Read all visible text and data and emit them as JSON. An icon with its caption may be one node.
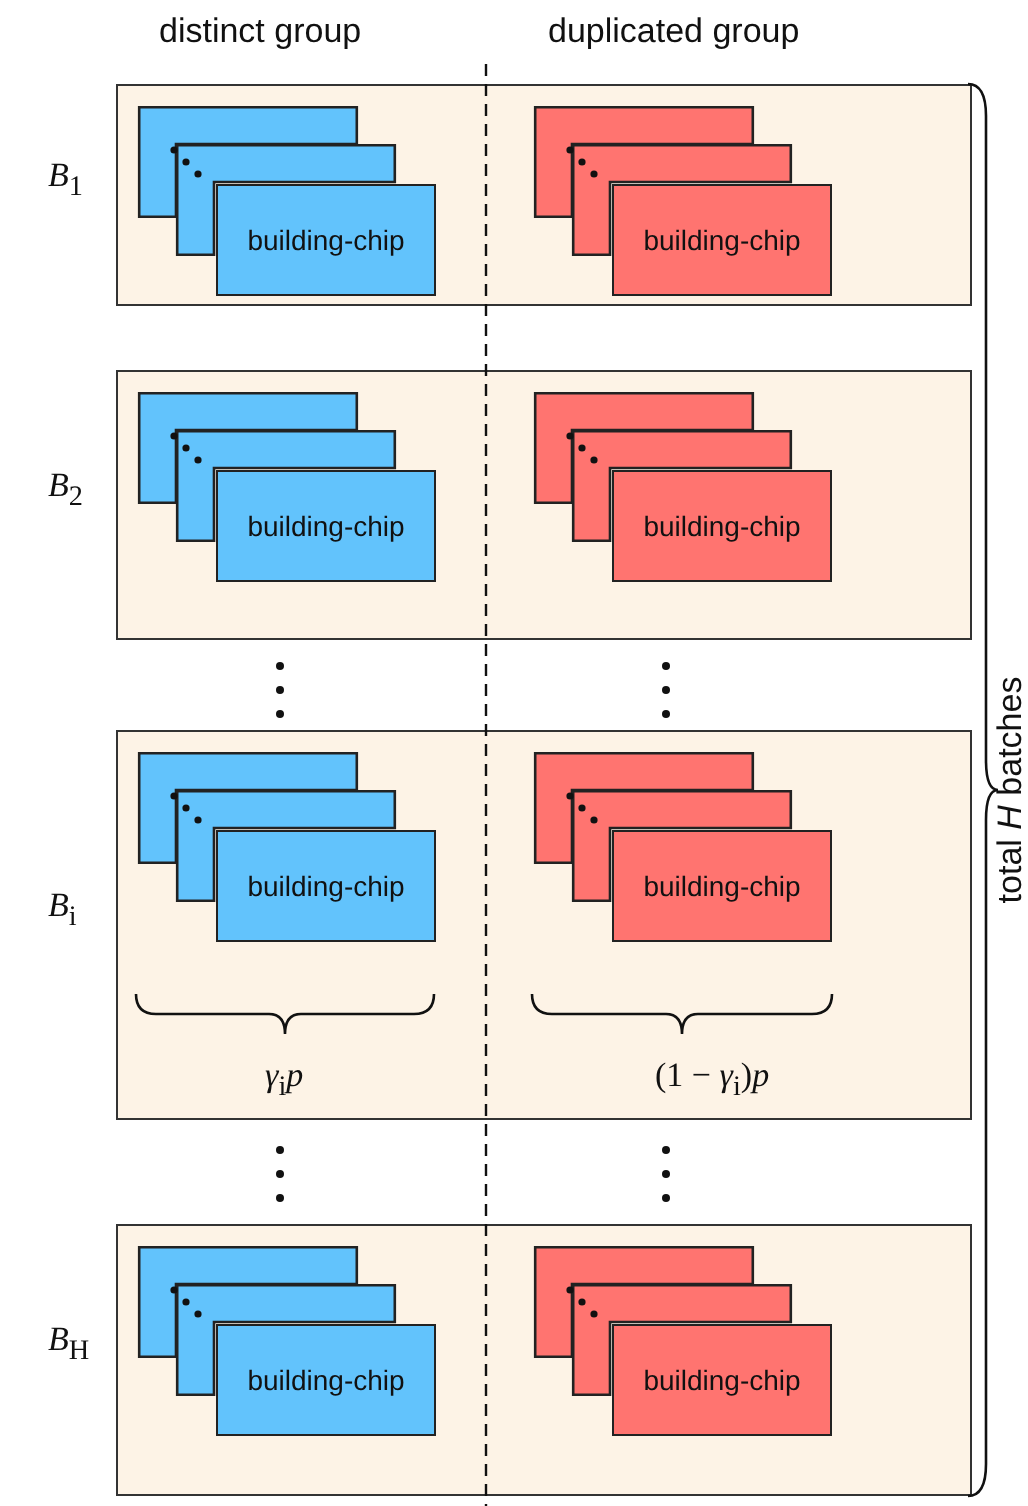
{
  "diagram": {
    "nodes": [
      {
        "text": [],
        "shape": "box",
        "beside": [
          "*B*$_{1}$"
        ]
      },
      {
        "text": [],
        "shape": "box",
        "in": 0
      },
      {
        "text": [],
        "shape": "box",
        "in": 0
      },
      {
        "text": [
          "building-chip"
        ],
        "in": 0
      },
      {
        "text": [],
        "shape": "box",
        "in": 0
      },
      {
        "text": [],
        "shape": "box",
        "in": 0
      },
      {
        "text": [
          "building-chip"
        ],
        "in": 0
      },
      {
        "text": [],
        "shape": "box",
        "beside": [
          "*B*$_{2}$"
        ]
      },
      {
        "text": [],
        "shape": "box",
        "in": 7
      },
      {
        "text": [],
        "shape": "box",
        "in": 7
      },
      {
        "text": [
          "building-chip"
        ],
        "in": 7
      },
      {
        "text": [],
        "shape": "box",
        "in": 7
      },
      {
        "text": [],
        "shape": "box",
        "in": 7
      },
      {
        "text": [
          "building-chip"
        ],
        "in": 7
      },
      {
        "text": [],
        "shape": "box",
        "beside": [
          "*B*$_{i}$"
        ]
      },
      {
        "text": [],
        "shape": "box",
        "in": 14
      },
      {
        "text": [],
        "shape": "box",
        "in": 14
      },
      {
        "text": [
          "building-chip"
        ],
        "in": 14
      },
      {
        "text": [],
        "shape": "box",
        "in": 14
      },
      {
        "text": [],
        "shape": "box",
        "in": 14
      },
      {
        "text": [
          "building-chip"
        ],
        "in": 14
      },
      {
        "text": [],
        "shape": "box",
        "beside": [
          "*B*$_{H}$"
        ]
      },
      {
        "text": [],
        "shape": "box",
        "in": 21
      },
      {
        "text": [],
        "shape": "box",
        "in": 21
      },
      {
        "text": [
          "building-chip"
        ],
        "in": 21
      },
      {
        "text": [],
        "shape": "box",
        "in": 21
      },
      {
        "text": [],
        "shape": "box",
        "in": 21
      },
      {
        "text": [
          "building-chip"
        ],
        "in": 21
      }
    ],
    "labels": [
      "distinct group",
      "duplicated group",
      "*γ*$_{i}$*p*",
      "(1 − *γ*$_{i}$)*p*",
      "total *H* batches"
    ]
  }
}
